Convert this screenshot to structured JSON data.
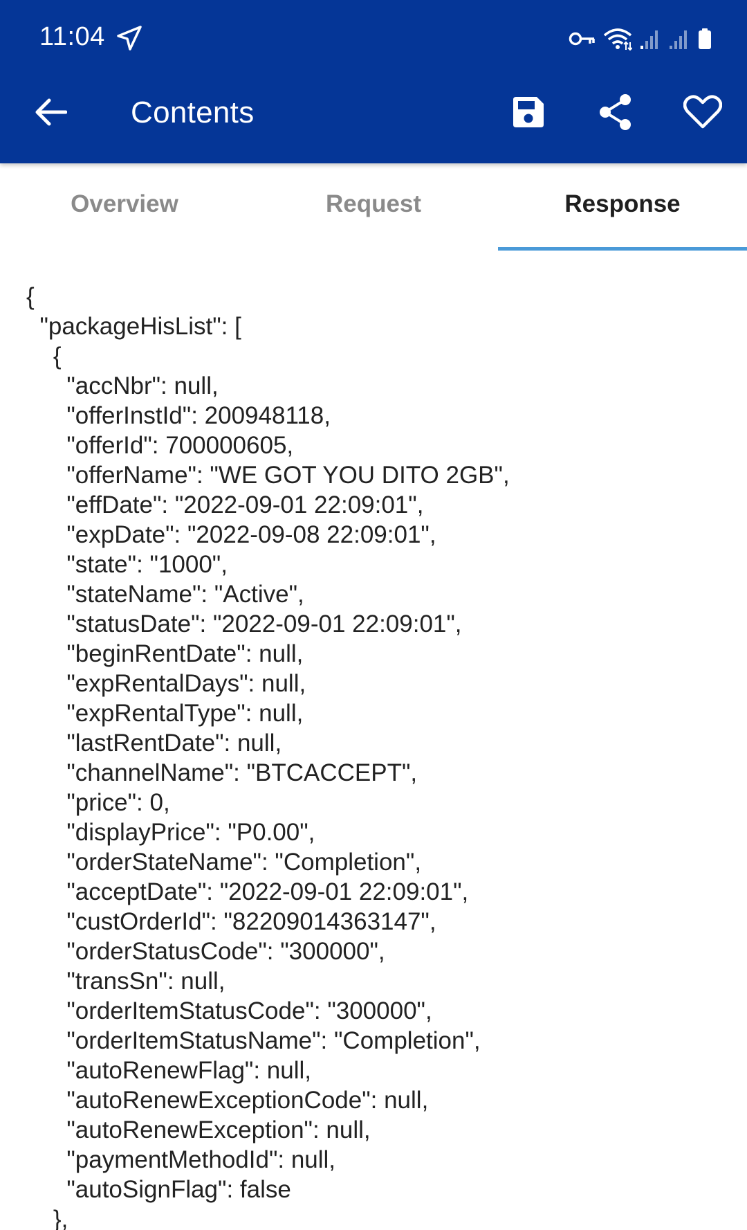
{
  "status_bar": {
    "time": "11:04"
  },
  "toolbar": {
    "title": "Contents",
    "icons": {
      "back": "arrow-back-icon",
      "save": "save-icon",
      "share": "share-icon",
      "favorite": "heart-icon"
    }
  },
  "tabs": [
    {
      "label": "Overview",
      "active": false
    },
    {
      "label": "Request",
      "active": false
    },
    {
      "label": "Response",
      "active": true
    }
  ],
  "colors": {
    "appbar": "#053697",
    "tab_indicator": "#4a9ad8",
    "tab_inactive": "#8a8a8a",
    "tab_active": "#1f1f1f"
  },
  "response": {
    "lines": [
      "{",
      "  \"packageHisList\": [",
      "    {",
      "      \"accNbr\": null,",
      "      \"offerInstId\": 200948118,",
      "      \"offerId\": 700000605,",
      "      \"offerName\": \"WE GOT YOU DITO 2GB\",",
      "      \"effDate\": \"2022-09-01 22:09:01\",",
      "      \"expDate\": \"2022-09-08 22:09:01\",",
      "      \"state\": \"1000\",",
      "      \"stateName\": \"Active\",",
      "      \"statusDate\": \"2022-09-01 22:09:01\",",
      "      \"beginRentDate\": null,",
      "      \"expRentalDays\": null,",
      "      \"expRentalType\": null,",
      "      \"lastRentDate\": null,",
      "      \"channelName\": \"BTCACCEPT\",",
      "      \"price\": 0,",
      "      \"displayPrice\": \"P0.00\",",
      "      \"orderStateName\": \"Completion\",",
      "      \"acceptDate\": \"2022-09-01 22:09:01\",",
      "      \"custOrderId\": \"82209014363147\",",
      "      \"orderStatusCode\": \"300000\",",
      "      \"transSn\": null,",
      "      \"orderItemStatusCode\": \"300000\",",
      "      \"orderItemStatusName\": \"Completion\",",
      "      \"autoRenewFlag\": null,",
      "      \"autoRenewExceptionCode\": null,",
      "      \"autoRenewException\": null,",
      "      \"paymentMethodId\": null,",
      "      \"autoSignFlag\": false",
      "    },"
    ]
  }
}
